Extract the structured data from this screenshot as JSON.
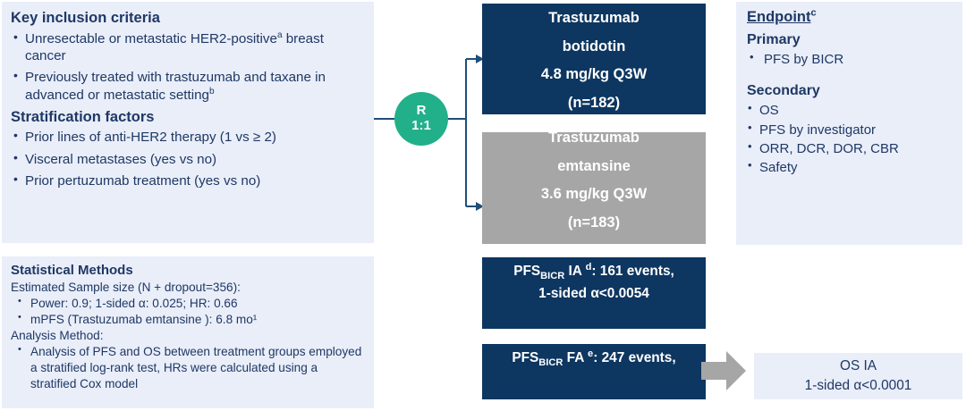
{
  "inclusion": {
    "title": "Key inclusion criteria",
    "criteria": [
      {
        "text": "Unresectable or metastatic HER2-positive",
        "sup": "a",
        "tail": " breast cancer"
      },
      {
        "text": "Previously treated with trastuzumab and taxane in advanced or metastatic setting",
        "sup": "b",
        "tail": ""
      }
    ],
    "strat_title": "Stratification factors",
    "strat_factors": [
      "Prior lines of anti-HER2 therapy (1 vs ≥ 2)",
      "Visceral metastases (yes vs no)",
      "Prior pertuzumab treatment (yes vs no)"
    ]
  },
  "stats": {
    "title": "Statistical Methods",
    "sample_line": "Estimated Sample size (N + dropout=356):",
    "sample_bullets": [
      "Power: 0.9; 1-sided α: 0.025; HR: 0.66",
      "mPFS (Trastuzumab emtansine    ): 6.8 mo¹"
    ],
    "analysis_line": "Analysis Method:",
    "analysis_bullets": [
      "Analysis of PFS and OS between treatment groups employed a stratified log-rank test, HRs were calculated using a stratified Cox model"
    ]
  },
  "randomization": {
    "label": "R",
    "ratio": "1:1"
  },
  "arms": [
    {
      "name": "experimental-arm",
      "lines": [
        "Trastuzumab",
        "botidotin",
        "4.8 mg/kg  Q3W",
        "(n=182)"
      ],
      "color": "#0d3660"
    },
    {
      "name": "control-arm",
      "lines": [
        "Trastuzumab",
        "emtansine",
        "3.6 mg/kg  Q3W",
        "(n=183)"
      ],
      "color": "#a6a6a6"
    }
  ],
  "analyses": [
    {
      "name": "pfs-interim-analysis",
      "prefix": "PFS",
      "subscript": "BICR",
      "label": " IA ",
      "sup": "d",
      "value": ": 161 events,",
      "clipped": "1-sided α<0.0054"
    },
    {
      "name": "pfs-final-analysis",
      "prefix": "PFS",
      "subscript": "BICR",
      "label": " FA ",
      "sup": "e",
      "value": ": 247 events,",
      "clipped": ""
    }
  ],
  "os_ia": {
    "title": "OS IA",
    "alpha": "1-sided α<0.0001"
  },
  "endpoint": {
    "title": "Endpoint",
    "sup": "c",
    "primary_title": "Primary",
    "primary": [
      "PFS by BICR"
    ],
    "secondary_title": "Secondary",
    "secondary": [
      "OS",
      "PFS by investigator",
      "ORR, DCR, DOR, CBR",
      "Safety"
    ]
  },
  "colors": {
    "panel_bg": "#e9eef9",
    "navy": "#0d3660",
    "text_navy": "#1f3864",
    "gray": "#a6a6a6",
    "green": "#21b08a",
    "connector": "#1f4e79"
  }
}
